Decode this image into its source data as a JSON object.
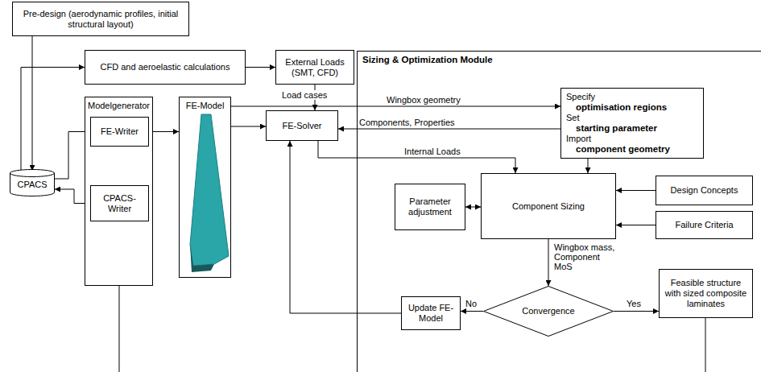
{
  "diagram": {
    "nodes": [
      {
        "text": [
          "Pre-design (aerodynamic profiles, initial structural layout)"
        ]
      },
      {
        "text": [
          "CFD and aeroelastic calculations"
        ]
      },
      {
        "text": [
          "External Loads (SMT, CFD)"
        ]
      },
      {
        "text": [
          "Sizing & Optimization Module"
        ]
      },
      {
        "text": [
          "CPACS"
        ]
      },
      {
        "text": [
          "Modelgenerator"
        ]
      },
      {
        "text": [
          "FE-Writer"
        ],
        "in": 5
      },
      {
        "text": [
          "CPACS-Writer"
        ],
        "in": 5
      },
      {
        "text": [
          "FE-Model"
        ]
      },
      {
        "text": [
          "FE-Solver"
        ]
      },
      {
        "text": [
          "Specify",
          "optimisation regions",
          "Set",
          "starting parameter",
          "Import",
          "component geometry"
        ],
        "in": 3
      },
      {
        "text": [
          "Component Sizing"
        ],
        "in": 3
      },
      {
        "text": [
          "Design Concepts"
        ],
        "in": 3
      },
      {
        "text": [
          "Parameter adjustment"
        ],
        "in": 3
      },
      {
        "text": [
          "Failure Criteria"
        ],
        "in": 3
      },
      {
        "text": [
          "Convergence"
        ],
        "in": 3
      },
      {
        "text": [
          "Update FE-Model"
        ],
        "in": 3
      },
      {
        "text": [
          "Feasible structure with sized composite laminates"
        ],
        "in": 3
      }
    ],
    "edges": [
      {
        "from": 0,
        "to": 4,
        "arrow": "to"
      },
      {
        "from": 4,
        "to": 1,
        "arrow": "to"
      },
      {
        "from": 1,
        "to": 2,
        "arrow": "to"
      },
      {
        "from": 2,
        "to": 9,
        "label": "Load cases",
        "arrow": "to"
      },
      {
        "from": 4,
        "to": 6,
        "arrow": "to"
      },
      {
        "from": 7,
        "to": 4,
        "arrow": "to"
      },
      {
        "from": 6,
        "to": 8,
        "arrow": "to"
      },
      {
        "from": 8,
        "to": 9,
        "arrow": "to"
      },
      {
        "from": 8,
        "to": 10,
        "label": "Wingbox geometry",
        "arrow": "to"
      },
      {
        "from": 10,
        "to": 9,
        "label": "Components, Properties",
        "arrow": "to"
      },
      {
        "from": 10,
        "to": 11,
        "arrow": "to"
      },
      {
        "from": 9,
        "to": 11,
        "label": "Internal Loads",
        "arrow": "to"
      },
      {
        "from": 12,
        "to": 11,
        "arrow": "to"
      },
      {
        "from": 14,
        "to": 11,
        "arrow": "to"
      },
      {
        "from": 13,
        "to": 11,
        "arrow": "both"
      },
      {
        "from": 11,
        "to": 15,
        "label": "Wingbox mass, Component MoS",
        "arrow": "to"
      },
      {
        "from": 15,
        "to": 16,
        "label": "No",
        "arrow": "to"
      },
      {
        "from": 16,
        "to": 9,
        "arrow": "to"
      },
      {
        "from": 15,
        "to": 17,
        "label": "Yes",
        "arrow": "to"
      },
      {
        "from": 17,
        "to": 7,
        "arrow": "to"
      }
    ]
  }
}
